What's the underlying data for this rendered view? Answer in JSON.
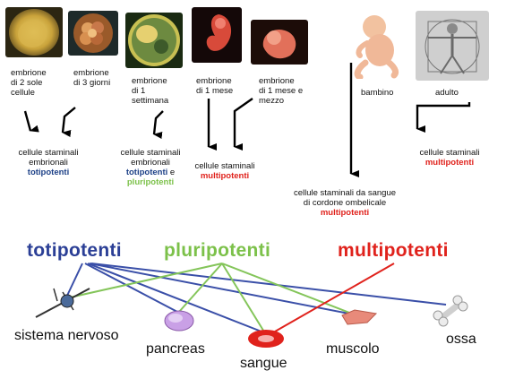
{
  "stages": [
    {
      "label": "embrione\ndi 2 sole\ncellule"
    },
    {
      "label": "embrione\ndi 3 giorni"
    },
    {
      "label": "embrione\ndi 1\nsettimana"
    },
    {
      "label": "embrione\ndi 1 mese"
    },
    {
      "label": "embrione\ndi 1 mese e\nmezzo"
    },
    {
      "label": "bambino"
    },
    {
      "label": "adulto"
    }
  ],
  "cell_groups": [
    {
      "line1": "cellule staminali",
      "line2": "embrionali",
      "t1": "totipotenti",
      "and": "",
      "t2": ""
    },
    {
      "line1": "cellule staminali",
      "line2": "embrionali",
      "t1": "totipotenti",
      "and": " e",
      "t2": "pluripotenti"
    },
    {
      "line1": "cellule staminali",
      "t1": "multipotenti"
    },
    {
      "line1": "cellule staminali da sangue",
      "line2": "di cordone ombelicale",
      "t1": "multipotenti"
    },
    {
      "line1": "cellule staminali",
      "t1": "multipotenti"
    }
  ],
  "categories": {
    "totipotenti": "totipotenti",
    "pluripotenti": "pluripotenti",
    "multipotenti": "multipotenti"
  },
  "organs": {
    "sistema_nervoso": "sistema nervoso",
    "pancreas": "pancreas",
    "sangue": "sangue",
    "muscolo": "muscolo",
    "ossa": "ossa"
  },
  "colors": {
    "totipotenti": "#1b3f86",
    "pluripotenti": "#7cc14a",
    "multipotenti": "#e0221c"
  }
}
